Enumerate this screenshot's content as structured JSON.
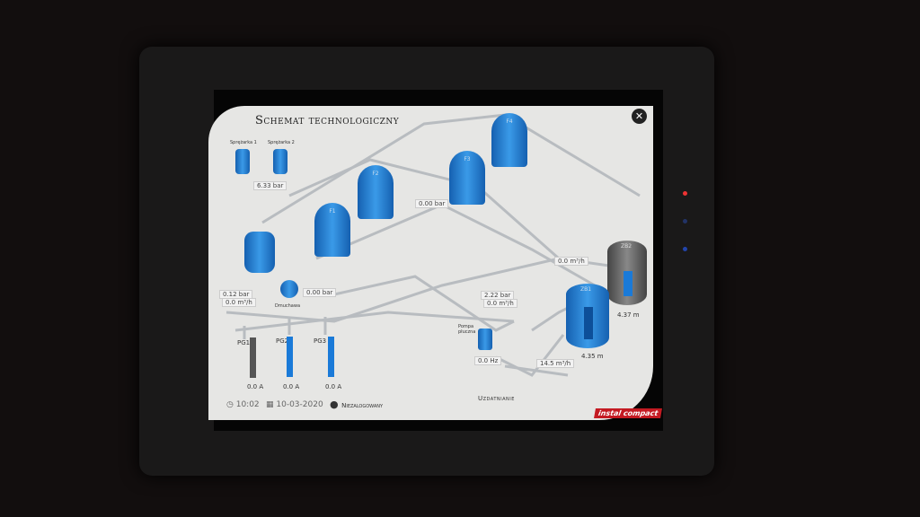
{
  "title": "Schemat technologiczny",
  "compressors": [
    {
      "label": "Sprężarka 1"
    },
    {
      "label": "Sprężarka 2"
    }
  ],
  "compressor_pressure": "6.33 bar",
  "filters": [
    "F1",
    "F2",
    "F3",
    "F4"
  ],
  "filter_pressure": "0.00 bar",
  "inlet": {
    "pressure": "0.12 bar",
    "flow": "0.0 m³/h"
  },
  "booster": {
    "label": "Dmuchawa",
    "pressure": "0.00 bar"
  },
  "wells": [
    {
      "label": "PG1",
      "current": "0.0 A"
    },
    {
      "label": "PG2",
      "current": "0.0 A"
    },
    {
      "label": "PG3",
      "current": "0.0 A"
    }
  ],
  "wash_pump": {
    "label": "Pompa płuczna",
    "freq": "0.0 Hz",
    "pressure": "2.22 bar",
    "flow": "0.0 m³/h"
  },
  "tank_flow": "0.0 m³/h",
  "outlet_flow": "14.5 m³/h",
  "tanks": [
    {
      "label": "ZB1",
      "level": "4.35 m",
      "fill": 0.75
    },
    {
      "label": "ZB2",
      "level": "4.37 m",
      "fill": 0.55
    }
  ],
  "status": {
    "time": "10:02",
    "date": "10-03-2020",
    "user": "Niezalogowany",
    "section": "Uzdatnianie"
  },
  "close_label": "✕",
  "brand": "instal compact",
  "colors": {
    "vessel": "#1a7ad8",
    "screen": "#e6e6e4"
  }
}
